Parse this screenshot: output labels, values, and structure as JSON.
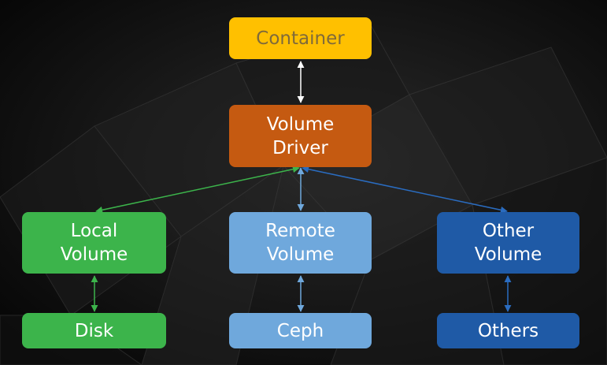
{
  "nodes": {
    "container": "Container",
    "volume_driver": [
      "Volume",
      "Driver"
    ],
    "local_volume": [
      "Local",
      "Volume"
    ],
    "remote_volume": [
      "Remote",
      "Volume"
    ],
    "other_volume": [
      "Other",
      "Volume"
    ],
    "disk": "Disk",
    "ceph": "Ceph",
    "others": "Others"
  },
  "colors": {
    "background": "#0d0d0d",
    "container": "#ffc000",
    "volume_driver": "#c55a11",
    "local": "#3cb44b",
    "remote": "#6fa8dc",
    "other": "#1f5aa6",
    "container_to_driver_arrow": "#ffffff"
  }
}
